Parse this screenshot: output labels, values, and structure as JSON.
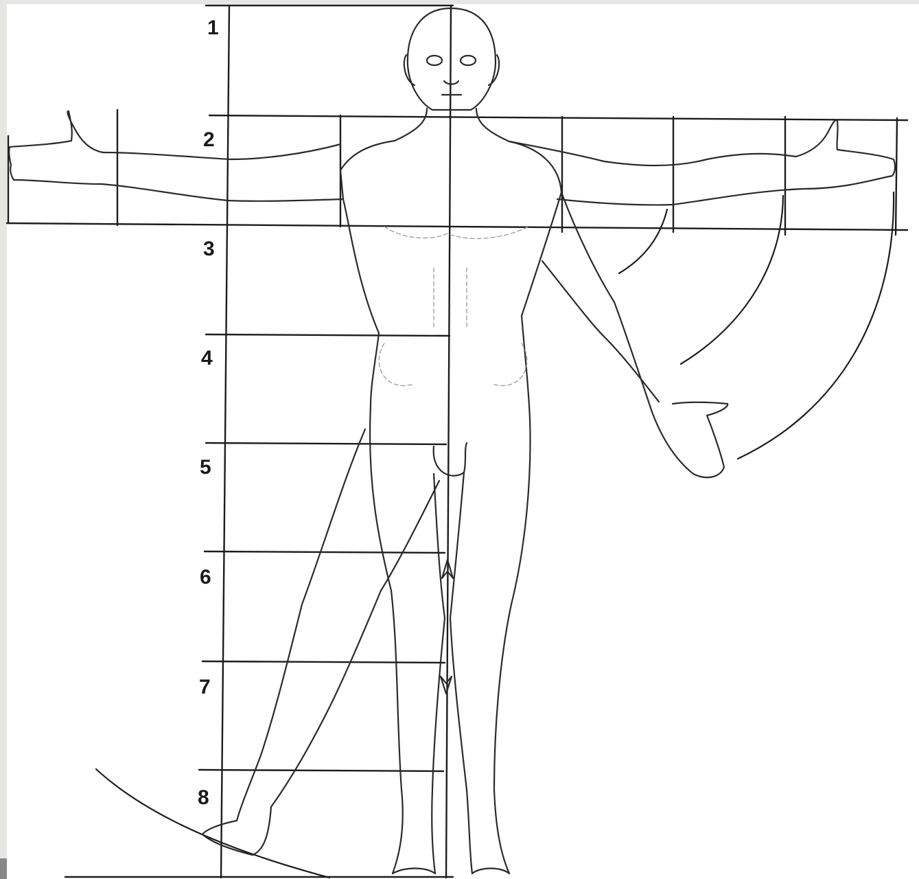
{
  "figure": {
    "background": "#ffffff",
    "line_color": "#1c1c1c",
    "segment_labels": [
      "1",
      "2",
      "3",
      "4",
      "5",
      "6",
      "7",
      "8"
    ]
  }
}
